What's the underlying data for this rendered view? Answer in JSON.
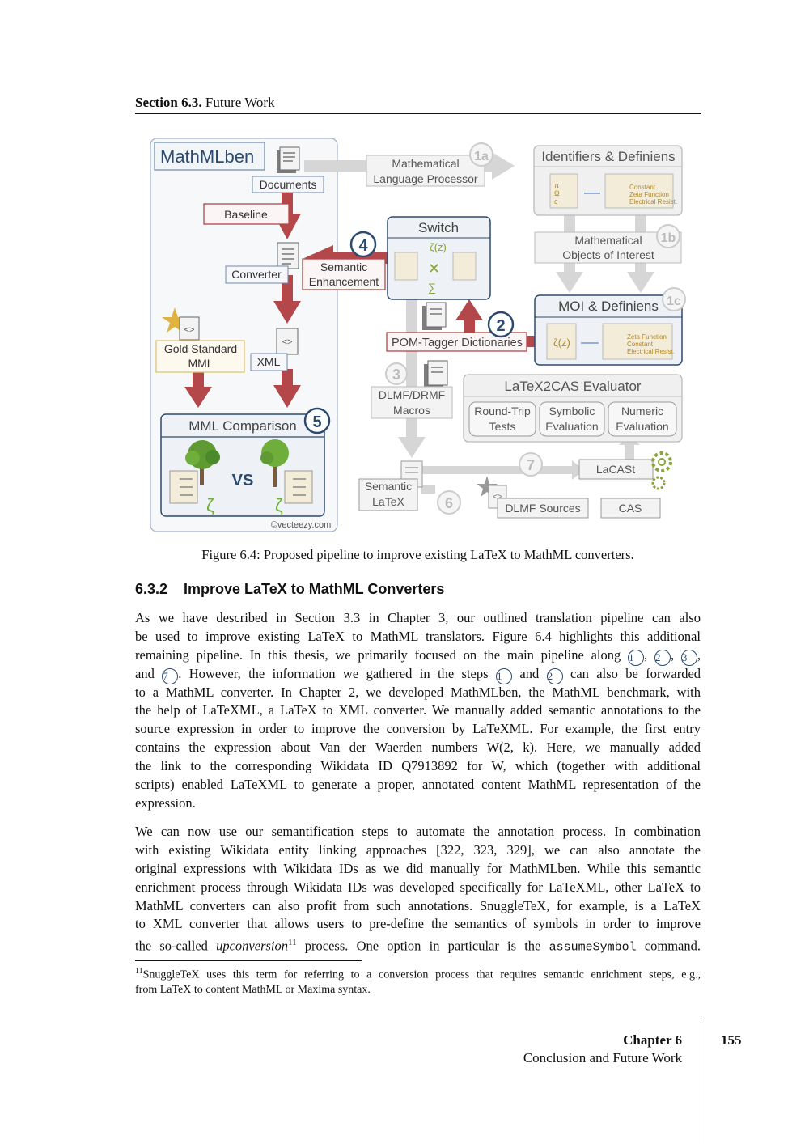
{
  "header": {
    "section_label": "Section 6.3.",
    "section_title": " Future Work"
  },
  "figure": {
    "mathmlben_title": "MathMLben",
    "documents": "Documents",
    "baseline": "Baseline",
    "converter": "Converter",
    "semantic_enhancement_1": "Semantic",
    "semantic_enhancement_2": "Enhancement",
    "gold_standard_1": "Gold Standard",
    "gold_standard_2": "MML",
    "xml": "XML",
    "mml_comparison": "MML Comparison",
    "vs": "VS",
    "credit": "©vecteezy.com",
    "mlp_1": "Mathematical",
    "mlp_2": "Language Processor",
    "identifiers_definiens": "Identifiers & Definiens",
    "legend_constant": "Constant",
    "legend_zeta": "Zeta Function",
    "legend_resist": "Electrical Resist.",
    "moi_1": "Mathematical",
    "moi_2": "Objects of Interest",
    "moi_definiens": "MOI & Definiens",
    "switch": "Switch",
    "zeta_symbol": "ζ(z)",
    "pom_tagger": "POM-Tagger Dictionaries",
    "dlmf_macros_1": "DLMF/DRMF",
    "dlmf_macros_2": "Macros",
    "latex2cas": "LaTeX2CAS Evaluator",
    "roundtrip_1": "Round-Trip",
    "roundtrip_2": "Tests",
    "symbolic_1": "Symbolic",
    "symbolic_2": "Evaluation",
    "numeric_1": "Numeric",
    "numeric_2": "Evaluation",
    "semantic_latex_1": "Semantic",
    "semantic_latex_2": "LaTeX",
    "lacast": "LaCASt",
    "dlmf_sources": "DLMF Sources",
    "cas": "CAS",
    "markers": {
      "m1a": "1a",
      "m1b": "1b",
      "m1c": "1c",
      "m2": "2",
      "m3": "3",
      "m4": "4",
      "m5": "5",
      "m6": "6",
      "m7": "7"
    },
    "colors": {
      "red": "#b3474a",
      "blue": "#2c4a6e",
      "gray": "#d6d6d6",
      "gold": "#e0b341"
    }
  },
  "caption": "Figure 6.4: Proposed pipeline to improve existing LaTeX to MathML converters.",
  "subsection": {
    "number": "6.3.2",
    "title": "Improve LaTeX to MathML Converters"
  },
  "para1": [
    "As we have described in Section 3.3 in Chapter 3, our outlined translation pipeline can also",
    "be used to improve existing LaTeX to MathML translators. Figure 6.4 highlights this additional",
    "remaining pipeline. In this thesis, we primarily focused on the main pipeline along",
    "and",
    ". However, the information we gathered in the steps",
    "and",
    "can also be forwarded",
    "to a MathML converter. In Chapter 2, we developed MathMLben, the MathML benchmark, with",
    "the help of LaTeXML, a LaTeX to XML converter. We manually added semantic annotations to the",
    "source expression in order to improve the conversion by LaTeXML. For example, the first entry",
    "contains the expression about Van der Waerden numbers W(2, k). Here, we manually added",
    "the link to the corresponding Wikidata ID Q7913892 for W, which (together with additional",
    "scripts) enabled LaTeXML to generate a proper, annotated content MathML representation of the",
    "expression."
  ],
  "para2": [
    "We can now use our semantification steps to automate the annotation process. In combination",
    "with existing Wikidata entity linking approaches [322, 323, 329], we can also annotate the",
    "original expressions with Wikidata IDs as we did manually for MathMLben. While this semantic",
    "enrichment process through Wikidata IDs was developed specifically for LaTeXML, other LaTeX to",
    "MathML converters can also profit from such annotations. SnuggleTeX, for example, is a LaTeX",
    "to XML converter that allows users to pre-define the semantics of symbols in order to improve",
    "the so-called ",
    "upconversion",
    "11",
    " process. One option in particular is the ",
    "assumeSymbol",
    " command."
  ],
  "footnote": {
    "mark": "11",
    "line1": "SnuggleTeX uses this term for referring to a conversion process that requires semantic enrichment steps, e.g.,",
    "line2": "from LaTeX to content MathML or Maxima syntax."
  },
  "footer": {
    "chapter": "Chapter 6",
    "chapter_title": "Conclusion and Future Work",
    "page": "155"
  }
}
